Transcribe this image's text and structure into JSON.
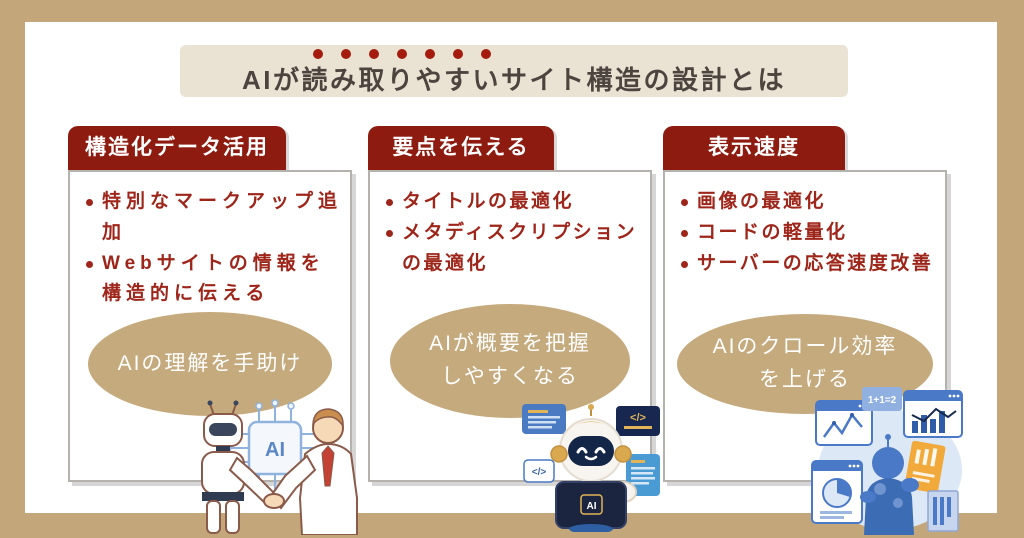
{
  "page": {
    "background": "#c3a77a",
    "panel_background": "#ffffff"
  },
  "title": {
    "text": "AIが読み取りやすいサイト構造の設計とは",
    "emphasis_dots": 7,
    "bar_color": "#eae3d3",
    "text_color": "#4c453f",
    "dot_color": "#a51c0f"
  },
  "theme": {
    "header_red": "#8e1b10",
    "bullet_red": "#9e2519",
    "ellipse_tan": "#c5aa7d",
    "box_border": "#b5b2ae"
  },
  "columns": [
    {
      "header": "構造化データ活用",
      "bullets": [
        "特別なマークアップ追加",
        "Webサイトの情報を構造的に伝える"
      ],
      "result_lines": [
        "AIの理解を手助け"
      ],
      "illustration": "robot-human-handshake",
      "chip_label": "AI"
    },
    {
      "header": "要点を伝える",
      "bullets": [
        "タイトルの最適化",
        "メタディスクリプションの最適化"
      ],
      "result_lines": [
        "AIが概要を把握",
        "しやすくなる"
      ],
      "illustration": "ai-robot-with-laptop",
      "laptop_label": "AI",
      "code_label": "</>"
    },
    {
      "header": "表示速度",
      "bullets": [
        "画像の最適化",
        "コードの軽量化",
        "サーバーの応答速度改善"
      ],
      "result_lines": [
        "AIのクロール効率",
        "を上げる"
      ],
      "illustration": "analytics-robot-charts",
      "formula_label": "1+1=2"
    }
  ]
}
